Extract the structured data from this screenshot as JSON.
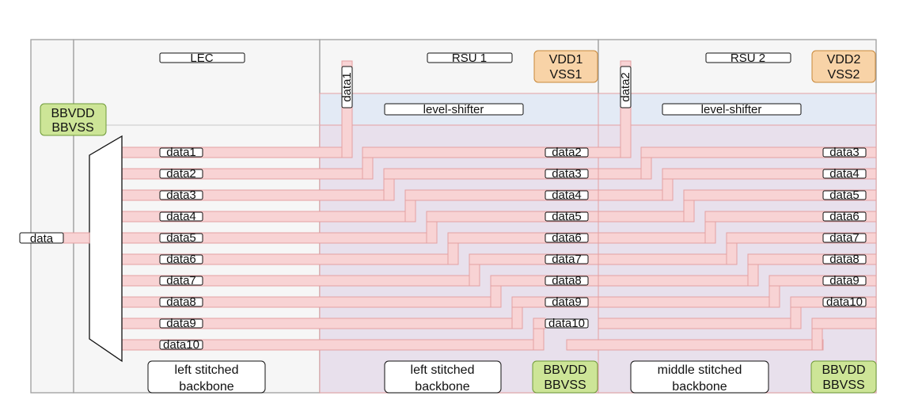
{
  "colors": {
    "panel_fill": "#f6f6f6",
    "panel_stroke": "#9e9e9e",
    "shifter_fill": "#e3eaf5",
    "rsu_fill": "#e8e0ec",
    "wire_fill": "#f8d3d4",
    "wire_stroke": "#e4a0a2",
    "power_orange_fill": "#f8d3a7",
    "power_orange_stroke": "#c8883a",
    "power_green_fill": "#cde597",
    "power_green_stroke": "#6f9a3a"
  },
  "input_label": "data",
  "bbvdd_left": [
    "BBVDD",
    "BBVSS"
  ],
  "sections": {
    "lec": {
      "title": "LEC",
      "backbone": [
        "left stitched",
        "backbone"
      ]
    },
    "rsu1": {
      "title": "RSU 1",
      "power": [
        "VDD1",
        "VSS1"
      ],
      "shifter": "level-shifter",
      "vertical_tag": "data1",
      "backbone": [
        "left stitched",
        "backbone"
      ],
      "bb_power": [
        "BBVDD",
        "BBVSS"
      ]
    },
    "rsu2": {
      "title": "RSU 2",
      "power": [
        "VDD2",
        "VSS2"
      ],
      "shifter": "level-shifter",
      "vertical_tag": "data2",
      "backbone": [
        "middle stitched",
        "backbone"
      ],
      "bb_power": [
        "BBVDD",
        "BBVSS"
      ]
    }
  },
  "lec_lanes": [
    "data1",
    "data2",
    "data3",
    "data4",
    "data5",
    "data6",
    "data7",
    "data8",
    "data9",
    "data10"
  ],
  "rsu1_out_lanes": [
    "data2",
    "data3",
    "data4",
    "data5",
    "data6",
    "data7",
    "data8",
    "data9",
    "data10"
  ],
  "rsu2_out_lanes": [
    "data3",
    "data4",
    "data5",
    "data6",
    "data7",
    "data8",
    "data9",
    "data10"
  ]
}
